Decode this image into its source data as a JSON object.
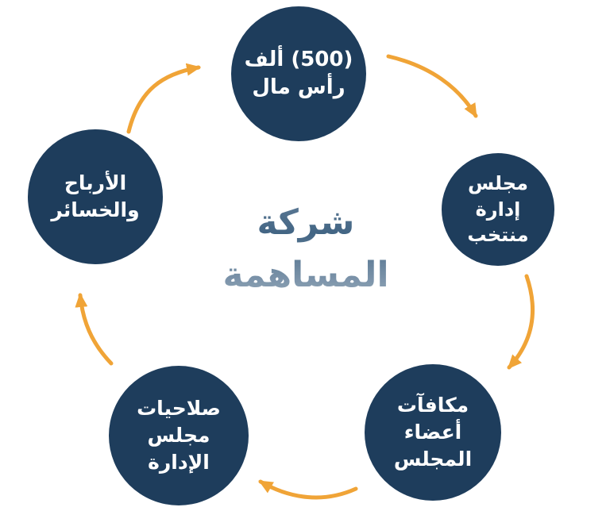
{
  "title": {
    "line1": "شركة",
    "line2": "المساهمة"
  },
  "colors": {
    "circle": "#1e3d5c",
    "arrow": "#f0a437",
    "title": "#33587a",
    "text": "#ffffff"
  },
  "nodes": [
    {
      "id": "capital",
      "label": "(500) ألف\nرأس مال"
    },
    {
      "id": "elected-board",
      "label": "مجلس\nإدارة\nمنتخب"
    },
    {
      "id": "board-rewards",
      "label": "مكافآت\nأعضاء\nالمجلس"
    },
    {
      "id": "board-powers",
      "label": "صلاحيات\nمجلس\nالإدارة"
    },
    {
      "id": "profits-losses",
      "label": "الأرباح\nوالخسائر"
    }
  ],
  "arrows": [
    {
      "from": "profits-losses",
      "to": "capital"
    },
    {
      "from": "capital",
      "to": "elected-board"
    },
    {
      "from": "elected-board",
      "to": "board-rewards"
    },
    {
      "from": "board-rewards",
      "to": "board-powers"
    },
    {
      "from": "board-powers",
      "to": "profits-losses"
    }
  ]
}
